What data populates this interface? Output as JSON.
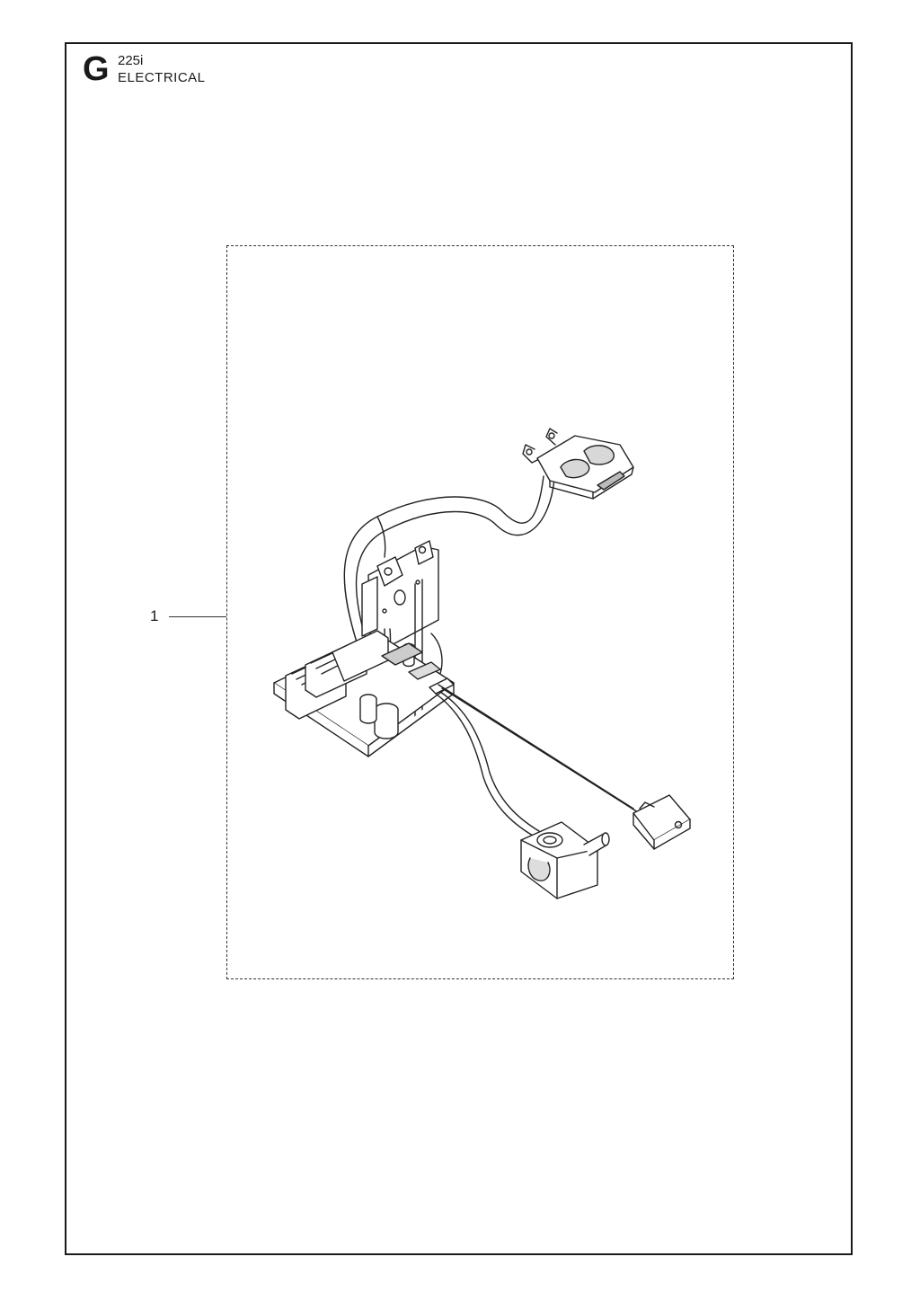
{
  "header": {
    "section_letter": "G",
    "model": "225i",
    "section_title": "ELECTRICAL"
  },
  "callouts": [
    {
      "number": "1"
    }
  ]
}
